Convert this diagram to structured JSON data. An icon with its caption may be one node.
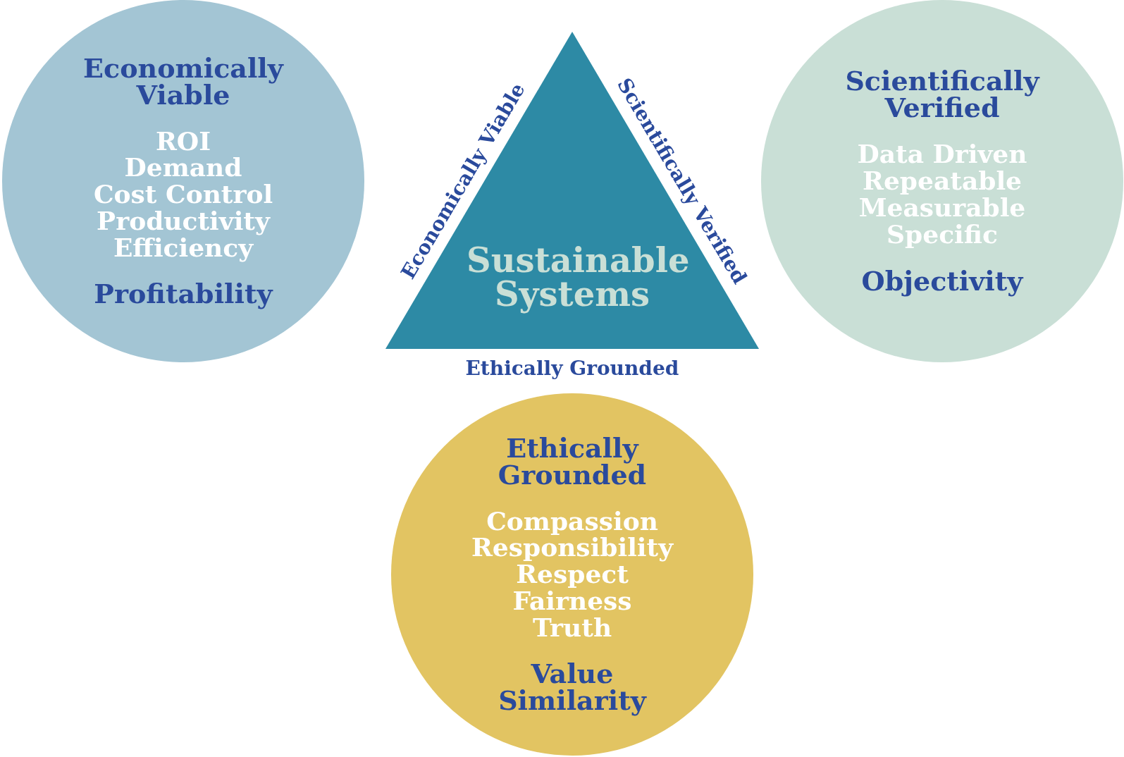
{
  "diagram": {
    "nodes": [
      {
        "text": [
          "Economically Viable",
          "ROI",
          "Demand",
          "Cost Control",
          "Productivity",
          "Efficiency",
          "Profitability"
        ]
      },
      {
        "text": [
          "Sustainable Systems"
        ],
        "beside": [
          "Economically Viable",
          "Scientifically Verified",
          "Ethically Grounded"
        ]
      },
      {
        "text": [
          "Scientifically Verified",
          "Data Driven",
          "Repeatable",
          "Measurable",
          "Specific",
          "Objectivity"
        ]
      },
      {
        "text": [
          "Ethically Grounded",
          "Compassion",
          "Responsibility",
          "Respect",
          "Fairness",
          "Truth",
          "Value Similarity"
        ]
      }
    ],
    "edges": []
  }
}
